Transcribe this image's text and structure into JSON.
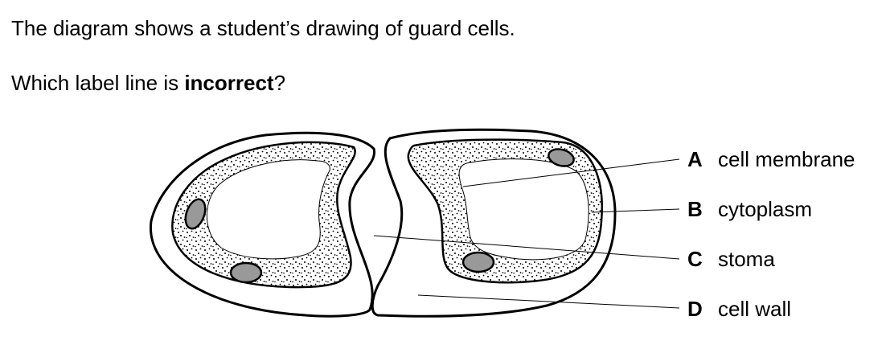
{
  "question": {
    "line1": "The diagram shows a student’s drawing of guard cells.",
    "line2_prefix": "Which label line is ",
    "line2_bold": "incorrect",
    "line2_suffix": "?"
  },
  "labels": [
    {
      "letter": "A",
      "text": "cell membrane"
    },
    {
      "letter": "B",
      "text": "cytoplasm"
    },
    {
      "letter": "C",
      "text": "stoma"
    },
    {
      "letter": "D",
      "text": "cell wall"
    }
  ],
  "colors": {
    "stroke": "#000000",
    "chloroplast_fill": "#999999",
    "background": "#ffffff"
  }
}
